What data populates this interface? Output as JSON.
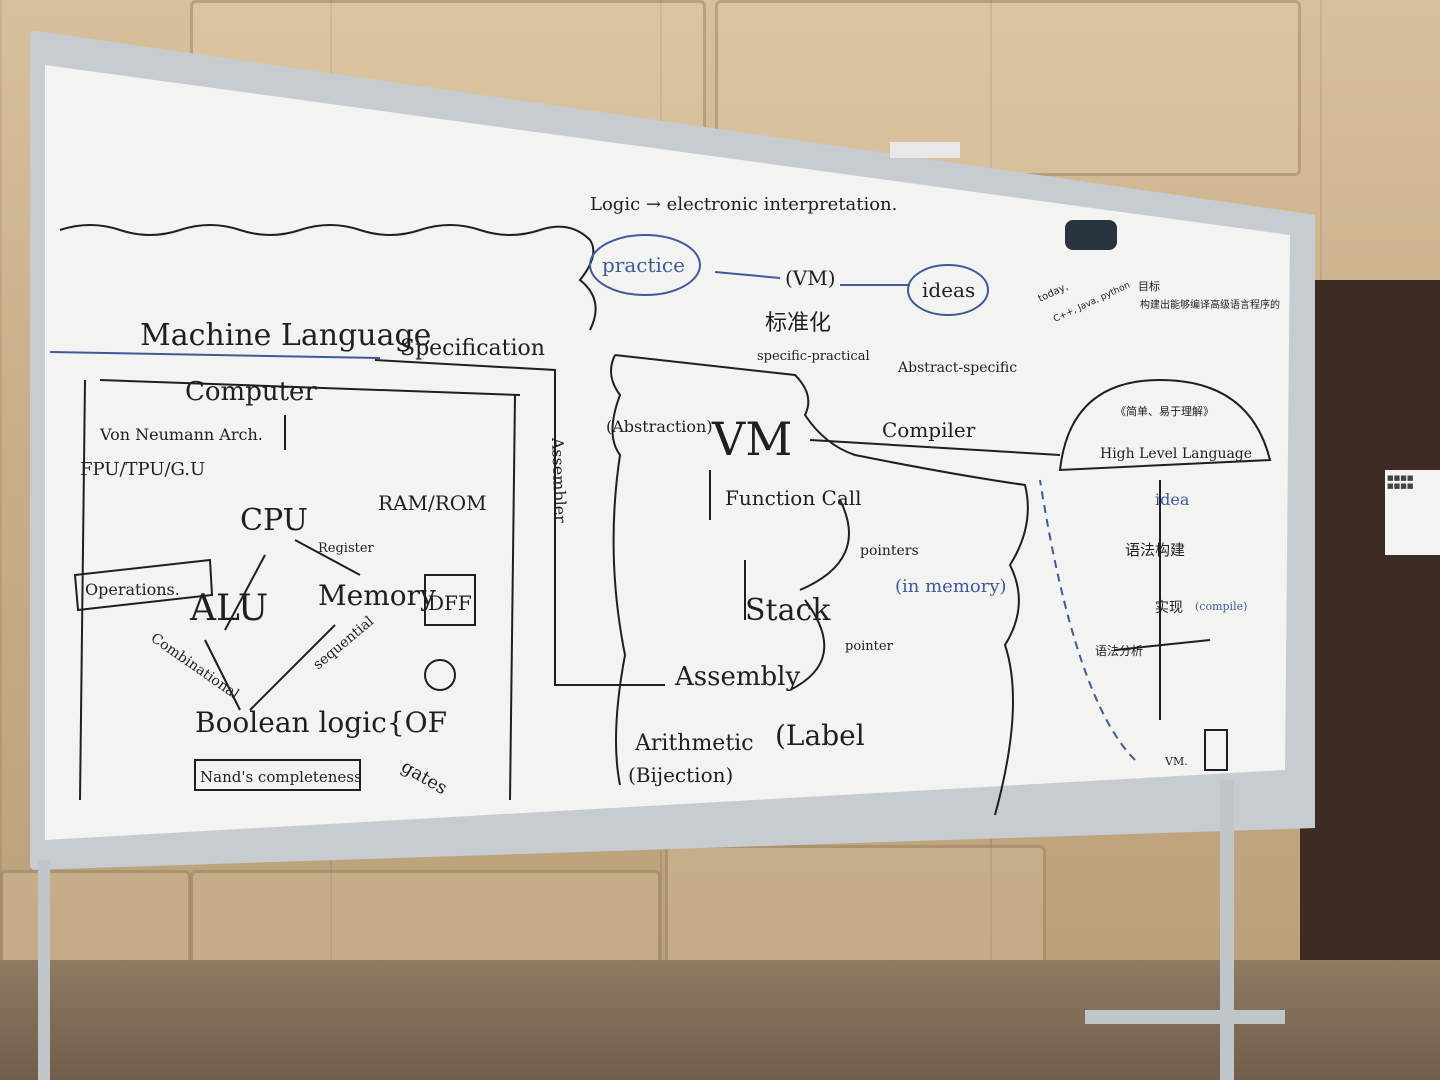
{
  "whiteboard": {
    "top": {
      "logic_line": "Logic → electronic interpretation.",
      "practice": "practice",
      "vm_small": "(VM)",
      "ideas": "ideas",
      "standardize": "标准化",
      "specific_practical": "specific-practical",
      "abstract_specific": "Abstract-specific"
    },
    "left": {
      "machine_language": "Machine Language",
      "specification": "Specification",
      "computer": "Computer",
      "von_neumann": "Von Neumann Arch.",
      "fpu": "FPU/TPU/G.U",
      "cpu": "CPU",
      "ram_rom": "RAM/ROM",
      "register": "Register",
      "operations": "Operations.",
      "alu": "ALU",
      "memory": "Memory",
      "dff": "DFF",
      "combinational": "Combinational",
      "sequential": "sequential",
      "boolean_logic": "Boolean logic{OF",
      "nand": "Nand's completeness",
      "gates": "gates"
    },
    "middle": {
      "assembler": "Assembler",
      "abstraction": "(Abstraction)",
      "vm": "VM",
      "function_call": "Function Call",
      "pointers": "pointers",
      "in_memory": "(in memory)",
      "stack": "Stack",
      "pointer": "pointer",
      "assembly": "Assembly",
      "arithmetic": "Arithmetic",
      "label": "(Label",
      "bijection": "(Bijection)",
      "compiler": "Compiler"
    },
    "right": {
      "today": "today,",
      "langs": "C++, Java, python",
      "target": "目标",
      "target_text": "构建出能够编译高级语言程序的",
      "high_level": "High Level Language",
      "cn_top_label": "《简单、易于理解》",
      "idea": "idea",
      "syntax": "语法构建",
      "impl": "实现",
      "compile": "(compile)",
      "syntax_analysis": "语法分析",
      "vm_small": "VM."
    }
  },
  "colors": {
    "marker_black": "#1e1e24",
    "marker_blue": "#3e5a98",
    "board": "#f3f3f1"
  }
}
